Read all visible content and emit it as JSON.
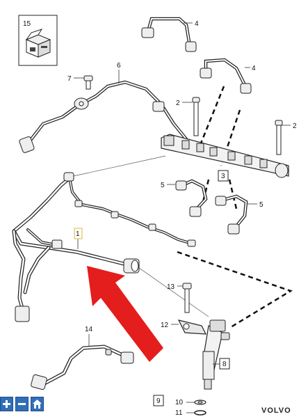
{
  "callouts": {
    "c15": "15",
    "c4a": "4",
    "c4b": "4",
    "c7": "7",
    "c6": "6",
    "c2a": "2",
    "c2b": "2",
    "c3": "3",
    "c5a": "5",
    "c5b": "5",
    "c1": "1",
    "c13": "13",
    "c12": "12",
    "c8": "8",
    "c14": "14",
    "c9": "9",
    "c10": "10",
    "c11": "11"
  },
  "brand": "VOLVO",
  "toolbar": {
    "zoom_in_icon": "plus-icon",
    "zoom_out_icon": "minus-icon",
    "home_icon": "home-icon"
  },
  "colors": {
    "arrow": "#e41d1d",
    "highlight": "#e6c25a",
    "toolbar": "#2f6fb8"
  }
}
